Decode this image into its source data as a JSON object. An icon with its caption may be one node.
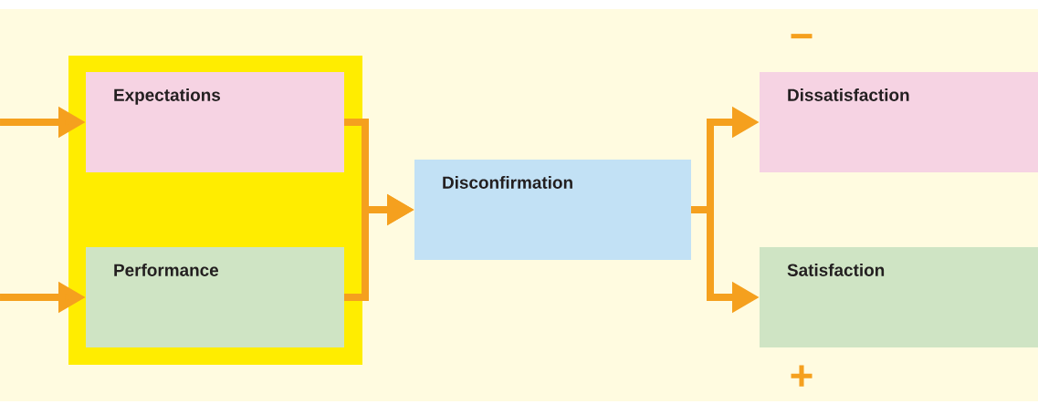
{
  "diagram": {
    "nodes": [
      {
        "text": [],
        "shape": "box"
      },
      {
        "text": [
          "Expectations"
        ],
        "in": 0
      },
      {
        "text": [
          "Performance"
        ],
        "in": 0
      },
      {
        "text": [
          "Disconfirmation"
        ]
      },
      {
        "text": [
          "Dissatisfaction"
        ],
        "beside": [
          "−"
        ]
      },
      {
        "text": [
          "Satisfaction"
        ],
        "beside": [
          "+"
        ]
      }
    ],
    "edges": [
      {
        "from": null,
        "to": 1,
        "arrow": "to"
      },
      {
        "from": null,
        "to": 2,
        "arrow": "to"
      },
      {
        "from": 1,
        "to": 3,
        "arrow": "to"
      },
      {
        "from": 2,
        "to": 3,
        "arrow": "to"
      },
      {
        "from": 3,
        "to": 4,
        "arrow": "to"
      },
      {
        "from": 3,
        "to": 5,
        "arrow": "to"
      }
    ]
  }
}
